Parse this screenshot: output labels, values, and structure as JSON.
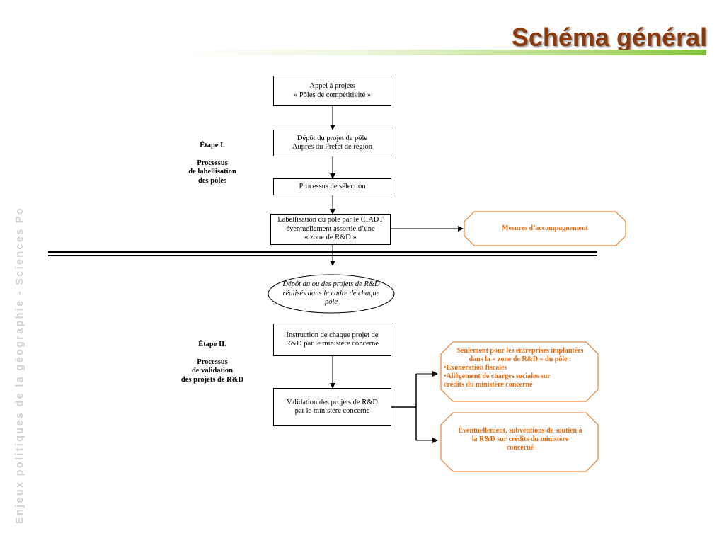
{
  "page": {
    "title": "Schéma général",
    "side_label": "Enjeux politiques de la géographie - Sciences Po"
  },
  "diagram": {
    "etape1": {
      "title": "Étape I.",
      "lines": [
        "Processus",
        "de labellisation",
        "des pôles"
      ]
    },
    "etape2": {
      "title": "Étape II.",
      "lines": [
        "Processus",
        "de validation",
        "des projets de R&D"
      ]
    },
    "nodes": {
      "appel": [
        "Appel à projets",
        "« Pôles de compétitivité »"
      ],
      "depot_pole": [
        "Dépôt du projet de pôle",
        "Auprès du Préfet de région"
      ],
      "selection": [
        "Processus de sélection"
      ],
      "labellisation": [
        "Labellisation du pôle par le CIADT",
        "éventuellement assortie d’une",
        "« zone de R&D »"
      ],
      "mesures": [
        "Mesures d’accompagnement"
      ],
      "depot_rd": [
        "Dépôt du ou des projets de R&D",
        "réalisés dans le cadre de chaque",
        "pôle"
      ],
      "instruction": [
        "Instruction de chaque projet de",
        "R&D par le ministère concerné"
      ],
      "validation": [
        "Validation des projets de R&D",
        "par le ministère concerné"
      ],
      "zone_rd": [
        "Seulement pour les entreprises implantées",
        "dans la « zone de R&D » du pôle :",
        "•Exonération fiscales",
        "•Allégement de charges sociales sur",
        "crédits du ministère concerné"
      ],
      "subventions": [
        "Éventuellement, subventions de soutien à",
        "la R&D sur crédits du ministère",
        "concerné"
      ]
    },
    "colors": {
      "title": "#8a3a0c",
      "orange": "#e86a10",
      "accent_green": "#7fbf3a"
    }
  }
}
